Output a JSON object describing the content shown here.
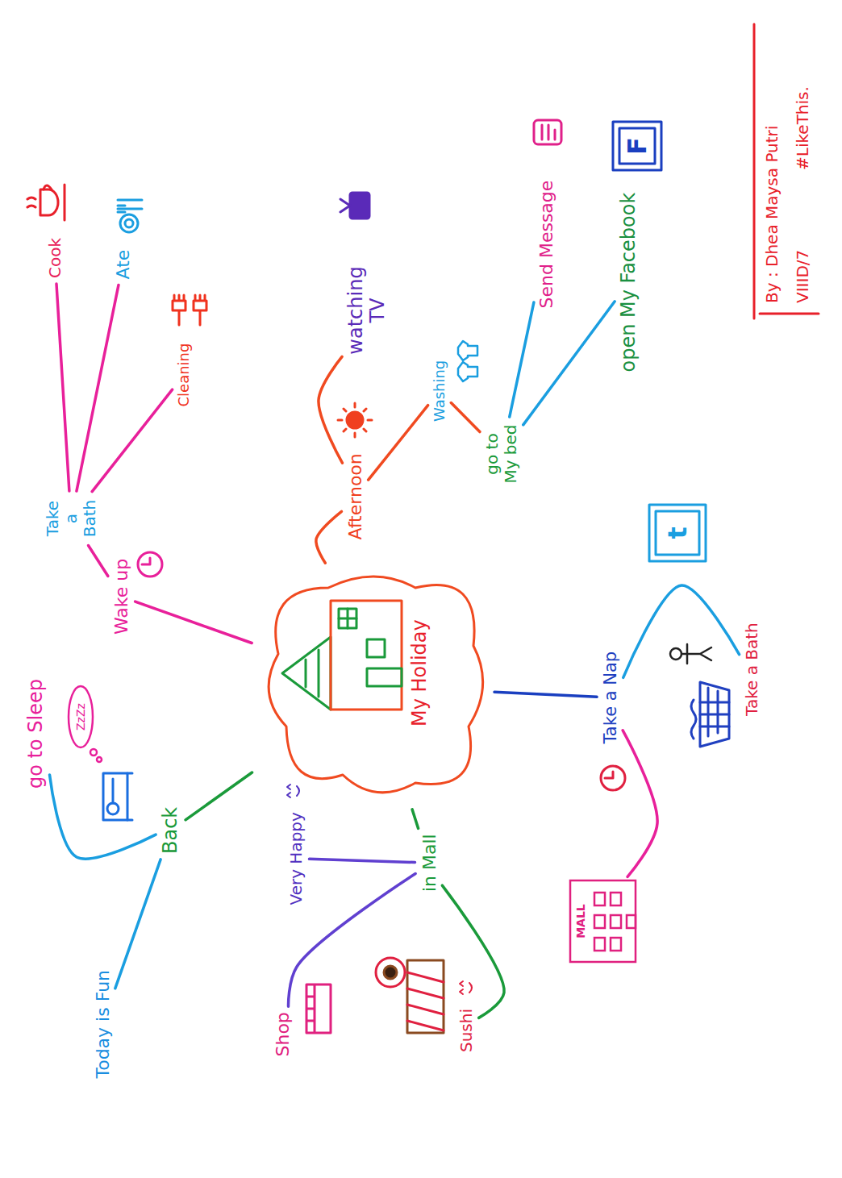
{
  "diagram": {
    "nodes": [
      {
        "text": [
          "My Holiday"
        ]
      },
      {
        "text": [
          "Wake up"
        ]
      },
      {
        "text": [
          "Take a Bath"
        ]
      },
      {
        "text": [
          "Cleaning"
        ]
      },
      {
        "text": [
          "Ate"
        ]
      },
      {
        "text": [
          "Cook"
        ]
      },
      {
        "text": [
          "Afternoon"
        ]
      },
      {
        "text": [
          "watching TV"
        ]
      },
      {
        "text": [
          "Washing"
        ]
      },
      {
        "text": [
          "go to My bed"
        ]
      },
      {
        "text": [
          "Send Message"
        ]
      },
      {
        "text": [
          "open My Facebook"
        ]
      },
      {
        "text": [
          "Take a Nap"
        ]
      },
      {
        "text": [
          "Take a Bath"
        ]
      },
      {
        "text": [
          "MALL"
        ]
      },
      {
        "text": [
          "in Mall"
        ]
      },
      {
        "text": [
          "Sushi"
        ]
      },
      {
        "text": [
          "Very Happy"
        ]
      },
      {
        "text": [
          "Shop"
        ]
      },
      {
        "text": [
          "Back"
        ]
      },
      {
        "text": [
          "go to Sleep"
        ]
      },
      {
        "text": [
          "Today is Fun"
        ]
      }
    ],
    "edges": [
      {
        "from": 0,
        "to": 1,
        "arrow": "none"
      },
      {
        "from": 1,
        "to": 2,
        "arrow": "none"
      },
      {
        "from": 2,
        "to": 3,
        "arrow": "none"
      },
      {
        "from": 2,
        "to": 4,
        "arrow": "none"
      },
      {
        "from": 2,
        "to": 5,
        "arrow": "none"
      },
      {
        "from": 0,
        "to": 6,
        "arrow": "none"
      },
      {
        "from": 6,
        "to": 7,
        "arrow": "none"
      },
      {
        "from": 6,
        "to": 8,
        "arrow": "none"
      },
      {
        "from": 8,
        "to": 9,
        "arrow": "none"
      },
      {
        "from": 9,
        "to": 10,
        "arrow": "none"
      },
      {
        "from": 9,
        "to": 11,
        "arrow": "none"
      },
      {
        "from": 0,
        "to": 12,
        "arrow": "none"
      },
      {
        "from": 12,
        "to": 13,
        "arrow": "none"
      },
      {
        "from": 12,
        "to": 14,
        "arrow": "none"
      },
      {
        "from": 0,
        "to": 15,
        "arrow": "none"
      },
      {
        "from": 15,
        "to": 16,
        "arrow": "none"
      },
      {
        "from": 15,
        "to": 17,
        "arrow": "none"
      },
      {
        "from": 15,
        "to": 18,
        "arrow": "none"
      },
      {
        "from": 0,
        "to": 19,
        "arrow": "none"
      },
      {
        "from": 19,
        "to": 20,
        "arrow": "none"
      },
      {
        "from": 19,
        "to": 21,
        "arrow": "none"
      }
    ],
    "labels": [
      "ZzZz",
      "F",
      "t",
      "By : Dhea Maysa Putri",
      "VIIID/7",
      "#LikeThis."
    ]
  }
}
